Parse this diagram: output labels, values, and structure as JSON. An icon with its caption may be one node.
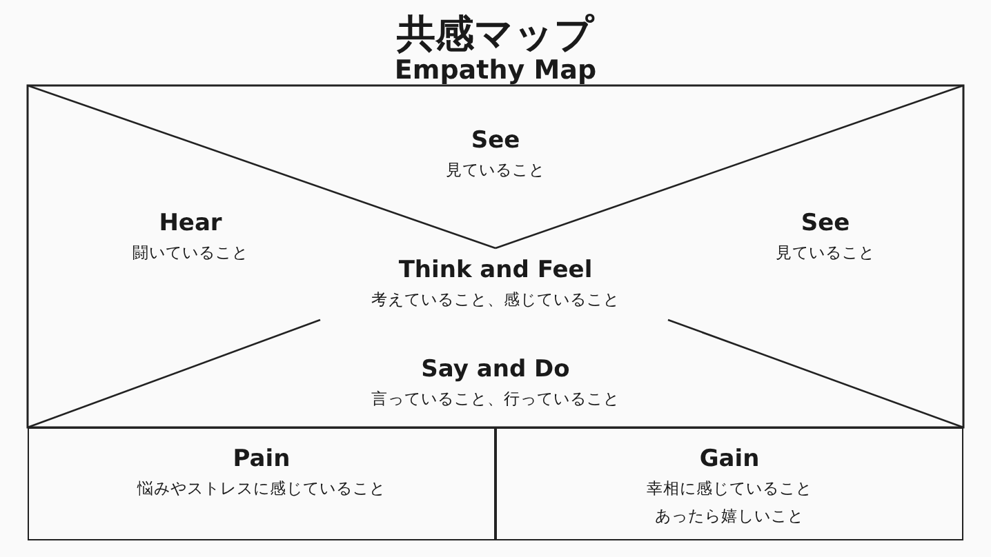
{
  "diagram": {
    "title": "共感マップ",
    "nodes": [
      {
        "text": [
          "See",
          "見ていること"
        ]
      },
      {
        "text": [
          "Hear",
          "闘いていること"
        ]
      },
      {
        "text": [
          "See",
          "見ていること"
        ]
      },
      {
        "text": [
          "Think and Feel",
          "考えていること、感じていること"
        ]
      },
      {
        "text": [
          "Say and Do",
          "言っていること、行っていること"
        ]
      },
      {
        "text": [
          "Pain",
          "悩みやストレスに感じていること"
        ]
      },
      {
        "text": [
          "Gain",
          "幸相に感じていること",
          "あったら嬉しいこと"
        ]
      }
    ],
    "edges": [],
    "labels": [
      "Empathy Map"
    ]
  }
}
